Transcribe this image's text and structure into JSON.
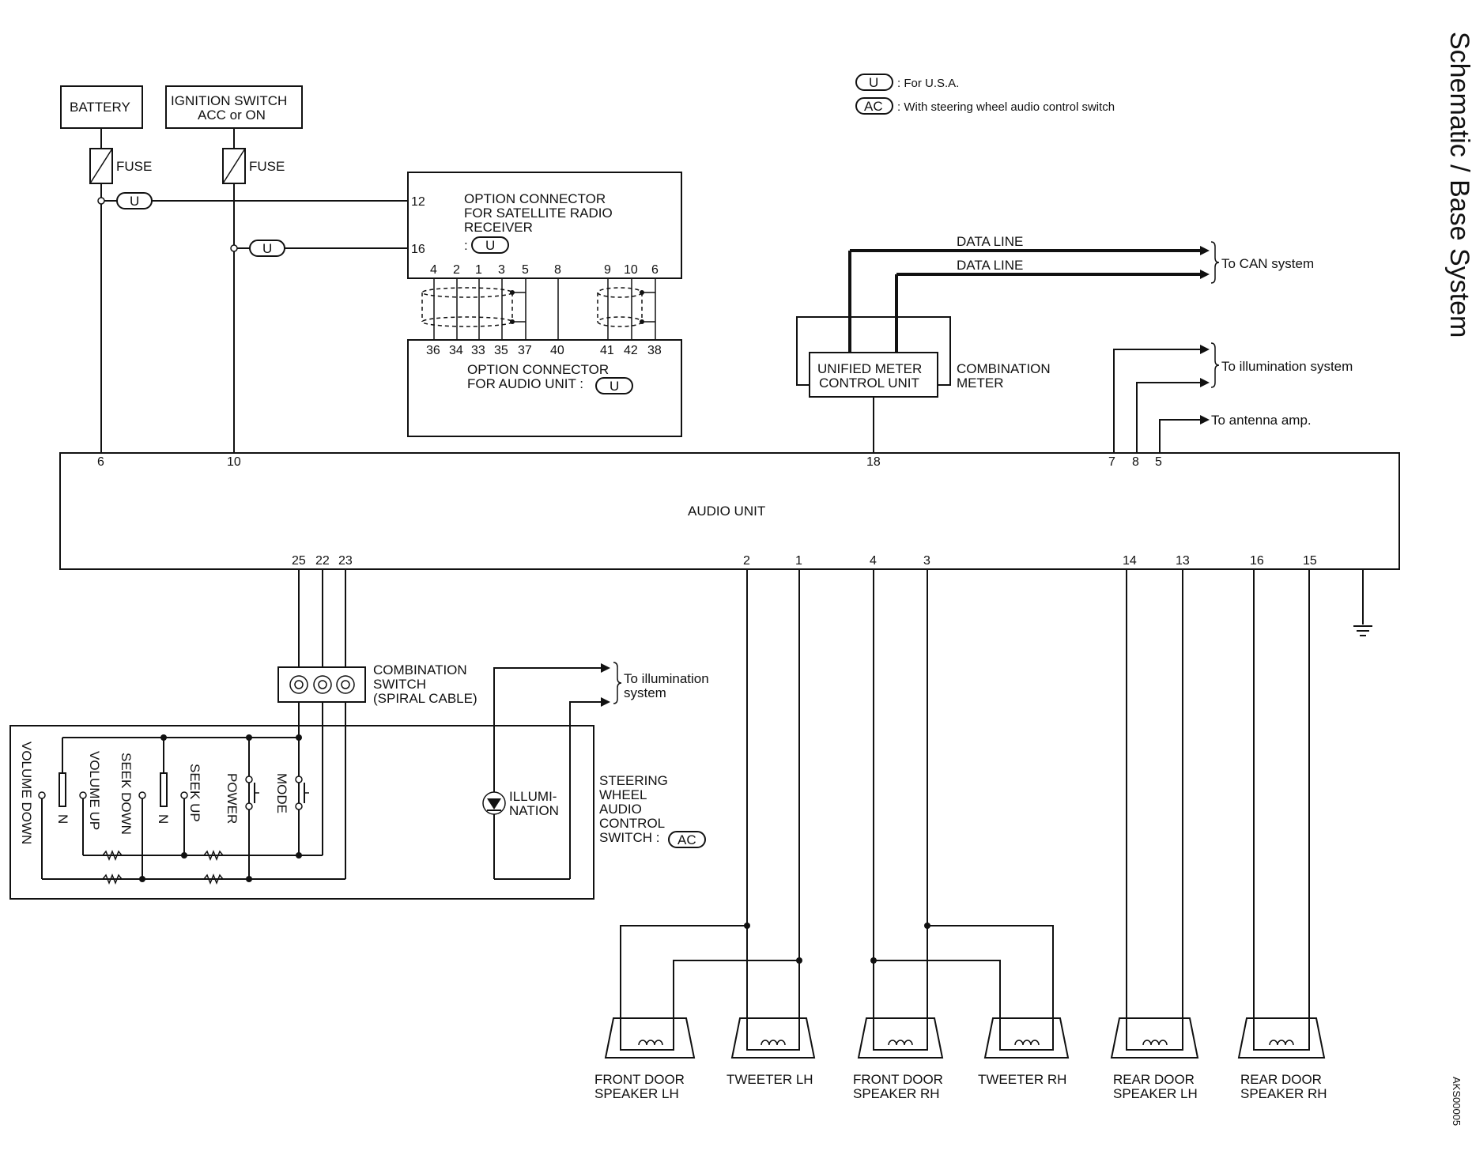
{
  "title": "Schematic / Base System",
  "code": "AKS00005",
  "legend": [
    {
      "tag": "U",
      "text": ": For U.S.A."
    },
    {
      "tag": "AC",
      "text": ": With steering wheel audio control switch"
    }
  ],
  "components": {
    "battery": "BATTERY",
    "ignition_line1": "IGNITION SWITCH",
    "ignition_line2": "ACC or ON",
    "fuse1": "FUSE",
    "fuse2": "FUSE",
    "tag_u1": "U",
    "tag_u2": "U",
    "opt_sat_line1": "OPTION CONNECTOR",
    "opt_sat_line2": "FOR SATELLITE RADIO",
    "opt_sat_line3": "RECEIVER",
    "opt_sat_colon": ":",
    "opt_sat_tag": "U",
    "opt_audio_line1": "OPTION CONNECTOR",
    "opt_audio_line2": "FOR AUDIO UNIT :",
    "opt_audio_tag": "U",
    "data_line1": "DATA LINE",
    "data_line2": "DATA LINE",
    "to_can": "To CAN system",
    "unified_line1": "UNIFIED METER",
    "unified_line2": "CONTROL UNIT",
    "comb_meter_line1": "COMBINATION",
    "comb_meter_line2": "METER",
    "to_illum": "To illumination system",
    "to_antenna": "To antenna amp.",
    "audio_unit": "AUDIO UNIT",
    "comb_switch_line1": "COMBINATION",
    "comb_switch_line2": "SWITCH",
    "comb_switch_line3": "(SPIRAL CABLE)",
    "to_illum2_line1": "To illumination",
    "to_illum2_line2": "system",
    "sw_volume_down": "VOLUME DOWN",
    "sw_volume_up": "VOLUME UP",
    "sw_seek_down": "SEEK DOWN",
    "sw_seek_up": "SEEK UP",
    "sw_power": "POWER",
    "sw_mode": "MODE",
    "n1": "N",
    "n2": "N",
    "illum_line1": "ILLUMI-",
    "illum_line2": "NATION",
    "steering_line1": "STEERING",
    "steering_line2": "WHEEL",
    "steering_line3": "AUDIO",
    "steering_line4": "CONTROL",
    "steering_line5": "SWITCH :",
    "steering_tag": "AC",
    "spk_fl_line1": "FRONT DOOR",
    "spk_fl_line2": "SPEAKER LH",
    "spk_twl": "TWEETER LH",
    "spk_fr_line1": "FRONT DOOR",
    "spk_fr_line2": "SPEAKER RH",
    "spk_twr": "TWEETER RH",
    "spk_rl_line1": "REAR DOOR",
    "spk_rl_line2": "SPEAKER LH",
    "spk_rr_line1": "REAR DOOR",
    "spk_rr_line2": "SPEAKER RH"
  },
  "pins": {
    "opt_sat_left": [
      "12",
      "16"
    ],
    "opt_sat_bottom": [
      "4",
      "2",
      "1",
      "3",
      "5",
      "8",
      "9",
      "10",
      "6"
    ],
    "opt_audio_top": [
      "36",
      "34",
      "33",
      "35",
      "37",
      "40",
      "41",
      "42",
      "38"
    ],
    "audio_top": [
      "6",
      "10",
      "18",
      "7",
      "8",
      "5"
    ],
    "audio_bottom": [
      "25",
      "22",
      "23",
      "2",
      "1",
      "4",
      "3",
      "14",
      "13",
      "16",
      "15"
    ]
  }
}
